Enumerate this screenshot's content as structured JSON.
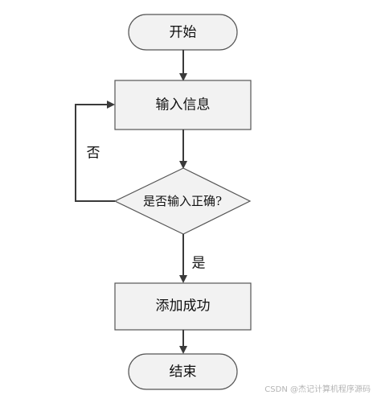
{
  "diagram": {
    "nodes": {
      "start": "开始",
      "input": "输入信息",
      "decision": "是否输入正确?",
      "success": "添加成功",
      "end": "结束"
    },
    "edges": {
      "no_label": "否",
      "yes_label": "是"
    }
  },
  "watermark": "CSDN @杰记计算机程序源码",
  "colors": {
    "node_fill": "#f2f2f2",
    "stroke": "#555555",
    "arrow": "#3a3a3a",
    "text": "#111111"
  }
}
